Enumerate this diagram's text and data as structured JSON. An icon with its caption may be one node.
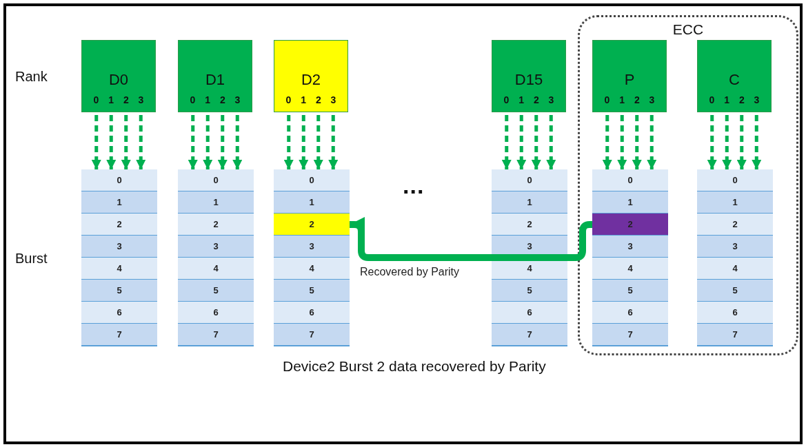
{
  "diagram": {
    "caption": "Device2 Burst 2 data recovered by Parity",
    "nodes": [
      {
        "text": [
          "ECC"
        ]
      },
      {
        "text": [
          "D0",
          "0 1 2 3"
        ]
      },
      {
        "text": [],
        "shape": "box"
      },
      {
        "text": [
          "0"
        ],
        "in": 2
      },
      {
        "text": [
          "1"
        ],
        "in": 2
      },
      {
        "text": [
          "2"
        ],
        "in": 2
      },
      {
        "text": [
          "3"
        ],
        "in": 2
      },
      {
        "text": [
          "4"
        ],
        "in": 2
      },
      {
        "text": [
          "5"
        ],
        "in": 2
      },
      {
        "text": [
          "6"
        ],
        "in": 2
      },
      {
        "text": [
          "7"
        ],
        "in": 2
      },
      {
        "text": [
          "D1",
          "0 1 2 3"
        ]
      },
      {
        "text": [],
        "shape": "box"
      },
      {
        "text": [
          "0"
        ],
        "in": 12
      },
      {
        "text": [
          "1"
        ],
        "in": 12
      },
      {
        "text": [
          "2"
        ],
        "in": 12
      },
      {
        "text": [
          "3"
        ],
        "in": 12
      },
      {
        "text": [
          "4"
        ],
        "in": 12
      },
      {
        "text": [
          "5"
        ],
        "in": 12
      },
      {
        "text": [
          "6"
        ],
        "in": 12
      },
      {
        "text": [
          "7"
        ],
        "in": 12
      },
      {
        "text": [
          "D2",
          "0 1 2 3"
        ]
      },
      {
        "text": [],
        "shape": "box"
      },
      {
        "text": [
          "0"
        ],
        "in": 22
      },
      {
        "text": [
          "1"
        ],
        "in": 22
      },
      {
        "text": [
          "2"
        ],
        "in": 22
      },
      {
        "text": [
          "3"
        ],
        "in": 22
      },
      {
        "text": [
          "4"
        ],
        "in": 22
      },
      {
        "text": [
          "5"
        ],
        "in": 22
      },
      {
        "text": [
          "6"
        ],
        "in": 22
      },
      {
        "text": [
          "7"
        ],
        "in": 22
      },
      {
        "text": [
          "D15",
          "0 1 2 3"
        ]
      },
      {
        "text": [],
        "shape": "box"
      },
      {
        "text": [
          "0"
        ],
        "in": 32
      },
      {
        "text": [
          "1"
        ],
        "in": 32
      },
      {
        "text": [
          "2"
        ],
        "in": 32
      },
      {
        "text": [
          "3"
        ],
        "in": 32
      },
      {
        "text": [
          "4"
        ],
        "in": 32
      },
      {
        "text": [
          "5"
        ],
        "in": 32
      },
      {
        "text": [
          "6"
        ],
        "in": 32
      },
      {
        "text": [
          "7"
        ],
        "in": 32
      },
      {
        "text": [
          "P",
          "0 1 2 3"
        ],
        "in": 0
      },
      {
        "text": [],
        "shape": "box",
        "in": 0
      },
      {
        "text": [
          "0"
        ],
        "in": 42
      },
      {
        "text": [
          "1"
        ],
        "in": 42
      },
      {
        "text": [
          "2"
        ],
        "in": 42
      },
      {
        "text": [
          "3"
        ],
        "in": 42
      },
      {
        "text": [
          "4"
        ],
        "in": 42
      },
      {
        "text": [
          "5"
        ],
        "in": 42
      },
      {
        "text": [
          "6"
        ],
        "in": 42
      },
      {
        "text": [
          "7"
        ],
        "in": 42
      },
      {
        "text": [
          "C",
          "0 1 2 3"
        ],
        "in": 0
      },
      {
        "text": [],
        "shape": "box",
        "in": 0
      },
      {
        "text": [
          "0"
        ],
        "in": 52
      },
      {
        "text": [
          "1"
        ],
        "in": 52
      },
      {
        "text": [
          "2"
        ],
        "in": 52
      },
      {
        "text": [
          "3"
        ],
        "in": 52
      },
      {
        "text": [
          "4"
        ],
        "in": 52
      },
      {
        "text": [
          "5"
        ],
        "in": 52
      },
      {
        "text": [
          "6"
        ],
        "in": 52
      },
      {
        "text": [
          "7"
        ],
        "in": 52
      }
    ],
    "edges": [
      {
        "from": 1,
        "to": 2,
        "arrow": "to",
        "style": "dashed"
      },
      {
        "from": 1,
        "to": 2,
        "arrow": "to",
        "style": "dashed"
      },
      {
        "from": 1,
        "to": 2,
        "arrow": "to",
        "style": "dashed"
      },
      {
        "from": 1,
        "to": 2,
        "arrow": "to",
        "style": "dashed"
      },
      {
        "from": 11,
        "to": 12,
        "arrow": "to",
        "style": "dashed"
      },
      {
        "from": 11,
        "to": 12,
        "arrow": "to",
        "style": "dashed"
      },
      {
        "from": 11,
        "to": 12,
        "arrow": "to",
        "style": "dashed"
      },
      {
        "from": 11,
        "to": 12,
        "arrow": "to",
        "style": "dashed"
      },
      {
        "from": 21,
        "to": 22,
        "arrow": "to",
        "style": "dashed"
      },
      {
        "from": 21,
        "to": 22,
        "arrow": "to",
        "style": "dashed"
      },
      {
        "from": 21,
        "to": 22,
        "arrow": "to",
        "style": "dashed"
      },
      {
        "from": 21,
        "to": 22,
        "arrow": "to",
        "style": "dashed"
      },
      {
        "from": 31,
        "to": 32,
        "arrow": "to",
        "style": "dashed"
      },
      {
        "from": 31,
        "to": 32,
        "arrow": "to",
        "style": "dashed"
      },
      {
        "from": 31,
        "to": 32,
        "arrow": "to",
        "style": "dashed"
      },
      {
        "from": 31,
        "to": 32,
        "arrow": "to",
        "style": "dashed"
      },
      {
        "from": 41,
        "to": 42,
        "arrow": "to",
        "style": "dashed"
      },
      {
        "from": 41,
        "to": 42,
        "arrow": "to",
        "style": "dashed"
      },
      {
        "from": 41,
        "to": 42,
        "arrow": "to",
        "style": "dashed"
      },
      {
        "from": 41,
        "to": 42,
        "arrow": "to",
        "style": "dashed"
      },
      {
        "from": 51,
        "to": 52,
        "arrow": "to",
        "style": "dashed"
      },
      {
        "from": 51,
        "to": 52,
        "arrow": "to",
        "style": "dashed"
      },
      {
        "from": 51,
        "to": 52,
        "arrow": "to",
        "style": "dashed"
      },
      {
        "from": 51,
        "to": 52,
        "arrow": "to",
        "style": "dashed"
      },
      {
        "from": 45,
        "to": 25,
        "arrow": "to",
        "style": "thick",
        "label": "Recovered by Parity"
      }
    ],
    "labels": [
      "Rank",
      "Burst",
      "..."
    ]
  }
}
